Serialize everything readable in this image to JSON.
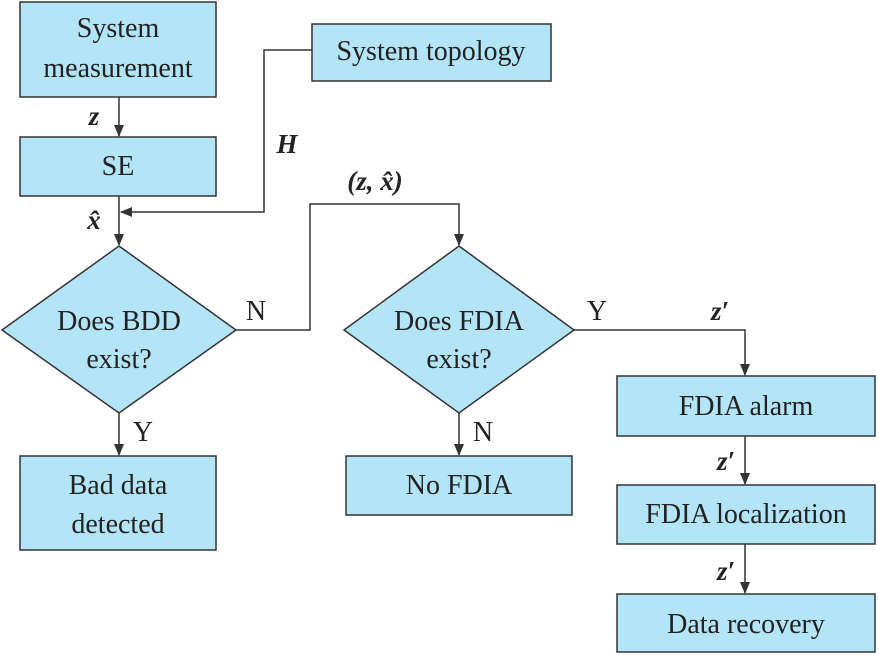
{
  "nodes": {
    "system_measurement": [
      "System",
      "measurement"
    ],
    "system_topology": "System topology",
    "se": "SE",
    "bdd_decision": [
      "Does BDD",
      "exist?"
    ],
    "bad_data": [
      "Bad data",
      "detected"
    ],
    "fdia_decision": [
      "Does FDIA",
      "exist?"
    ],
    "no_fdia": "No FDIA",
    "fdia_alarm": "FDIA alarm",
    "fdia_localization": "FDIA localization",
    "data_recovery": "Data recovery"
  },
  "edge_labels": {
    "z": "z",
    "H": "H",
    "x_hat": "x̂",
    "z_xhat": "(z, x̂)",
    "bdd_no": "N",
    "bdd_yes": "Y",
    "fdia_yes": "Y",
    "fdia_no": "N",
    "z_prime_1": "z′",
    "z_prime_2": "z′",
    "z_prime_3": "z′"
  },
  "colors": {
    "node_fill": "#b3e5f7",
    "stroke": "#333333"
  }
}
